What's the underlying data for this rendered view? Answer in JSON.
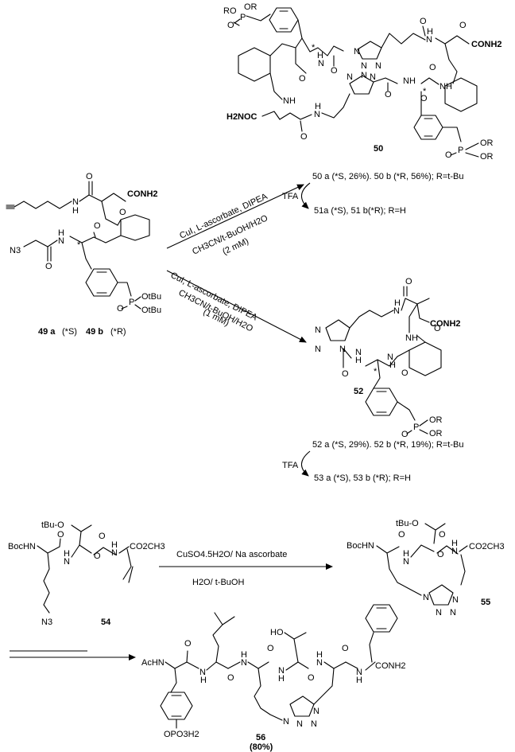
{
  "compounds": {
    "c50": {
      "id": "50"
    },
    "c49": {
      "id_a": "49 a",
      "tag_a": "(*S)",
      "id_b": "49 b",
      "tag_b": "(*R)"
    },
    "c52": {
      "id": "52"
    },
    "c54": {
      "id": "54"
    },
    "c55": {
      "id": "55"
    },
    "c56": {
      "id": "56",
      "yield": "(80%)"
    }
  },
  "atoms": {
    "ro_top": "RO",
    "or_top": "OR",
    "p": "P",
    "o": "O",
    "h": "H",
    "n": "N",
    "nh": "NH",
    "hn": "HN",
    "conh2": "CONH2",
    "h2noc": "H2NOC",
    "n3": "N3",
    "otbu": "OtBu",
    "or": "OR",
    "star": "*",
    "tbuo": "tBu-O",
    "ho": "HO",
    "bochn": "BocHN",
    "co2ch3": "CO2CH3",
    "achn": "AcHN",
    "opo3h2": "OPO3H2"
  },
  "reactions": {
    "r1": {
      "reagent_top": "CuI, L-ascorbate, DIPEA",
      "solvent": "CH3CN/t-BuOH/H2O",
      "conc": "(2 mM)"
    },
    "r2": {
      "reagent_top": "CuI, L-ascorbate, DIPEA",
      "solvent": "CH3CN/t-BuOH/H2O",
      "conc": "(1 mM)"
    },
    "r3": {
      "reagent_top": "CuSO4.5H2O/ Na ascorbate",
      "reagent_bottom": "H2O/ t-BuOH"
    }
  },
  "results": {
    "res50": "50 a (*S, 26%). 50 b (*R, 56%); R=t-Bu",
    "tfa1": "TFA",
    "res51": "51a (*S), 51 b(*R); R=H",
    "res52": "52 a (*S, 29%). 52 b (*R, 19%); R=t-Bu",
    "tfa2": "TFA",
    "res53": "53 a (*S), 53 b (*R); R=H"
  }
}
